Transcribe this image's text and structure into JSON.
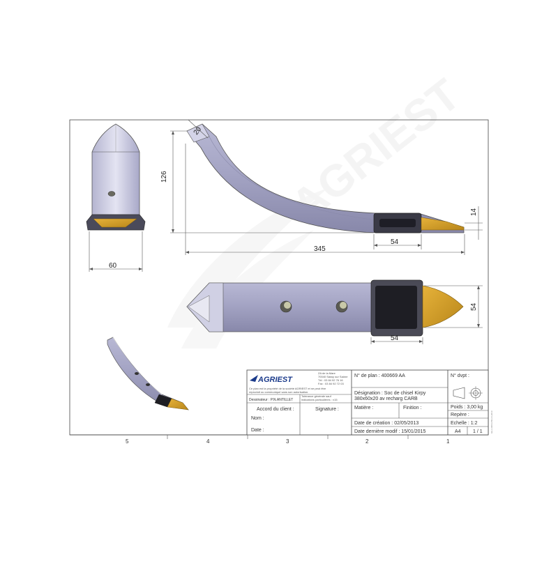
{
  "colors": {
    "steel_light": "#c8c8e0",
    "steel_mid": "#9a9ab8",
    "steel_dark": "#5e5e7e",
    "carbide": "#d9a21c",
    "block": "#2a2a2a",
    "watermark": "#e8e8e8"
  },
  "views": {
    "front": {
      "width_label": "60"
    },
    "side": {
      "height_label": "126",
      "thickness_label": "20",
      "length_label": "345",
      "block_label": "54",
      "tip_label": "14"
    },
    "top": {
      "block_label": "54",
      "width_label": "54"
    }
  },
  "watermark": {
    "text": "AGRIEST"
  },
  "title_block": {
    "company": "AGRIEST",
    "address": [
      "ZA de la Mare",
      "70040 Sassy sur Saône",
      "Tél : 03 84 92 76 16",
      "Fax : 03 84 92 72 03"
    ],
    "notice": [
      "Ce plan est la propriété de la société AGRIEST et ne peut être",
      "reproduit ou communiqué sans son autorisation."
    ],
    "designer": "Dessinateur : P.N.ANTILLET",
    "tolerance": [
      "Tolérance générale sauf",
      "indications particulières : ±15"
    ],
    "client_label": "Accord du client :",
    "signature_label": "Signature :",
    "name_label": "Nom :",
    "date_label": "Date :",
    "plan_no": "N° de plan : 400669 AA",
    "dvpt_label": "N° dvpt :",
    "designation": [
      "Désignation : Soc de chisel Kirpy",
      "380x60x20 av recharg CARB"
    ],
    "matiere_label": "Matière :",
    "finition_label": "Finition :",
    "poids": "Poids : 3,00 kg",
    "repere": "Repère :",
    "echelle": "Echelle : 1:2",
    "creation": "Date de création : 02/05/2013",
    "modif": "Date dernière modif : 15/01/2015",
    "format": "A4",
    "sheet": "1 / 1",
    "vertical_note": "GE-2-0004-PM-A4-2019"
  },
  "zones": [
    "5",
    "4",
    "3",
    "2",
    "1"
  ]
}
